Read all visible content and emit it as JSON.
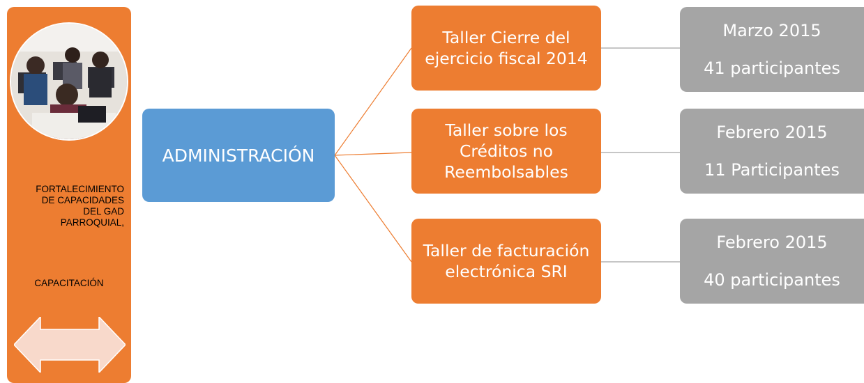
{
  "sidebar": {
    "title": "FORTALECIMIENTO DE CAPACIDADES DEL GAD PARROQUIAL,",
    "subtitle": "CAPACITACIÓN",
    "arrow_icon": "double-arrow-icon"
  },
  "root": {
    "label": "ADMINISTRACIÓN"
  },
  "talleres": [
    {
      "label": "Taller Cierre del ejercicio fiscal 2014",
      "date": "Marzo 2015",
      "participants": "41 participantes"
    },
    {
      "label": "Taller sobre los Créditos no Reembolsables",
      "date": "Febrero 2015",
      "participants": "11 Participantes"
    },
    {
      "label": "Taller de facturación electrónica SRI",
      "date": "Febrero 2015",
      "participants": "40 participantes"
    }
  ],
  "colors": {
    "orange": "#ED7D31",
    "blue": "#5B9BD5",
    "gray": "#A5A5A5",
    "arrow_fill": "#F8D9CB"
  }
}
